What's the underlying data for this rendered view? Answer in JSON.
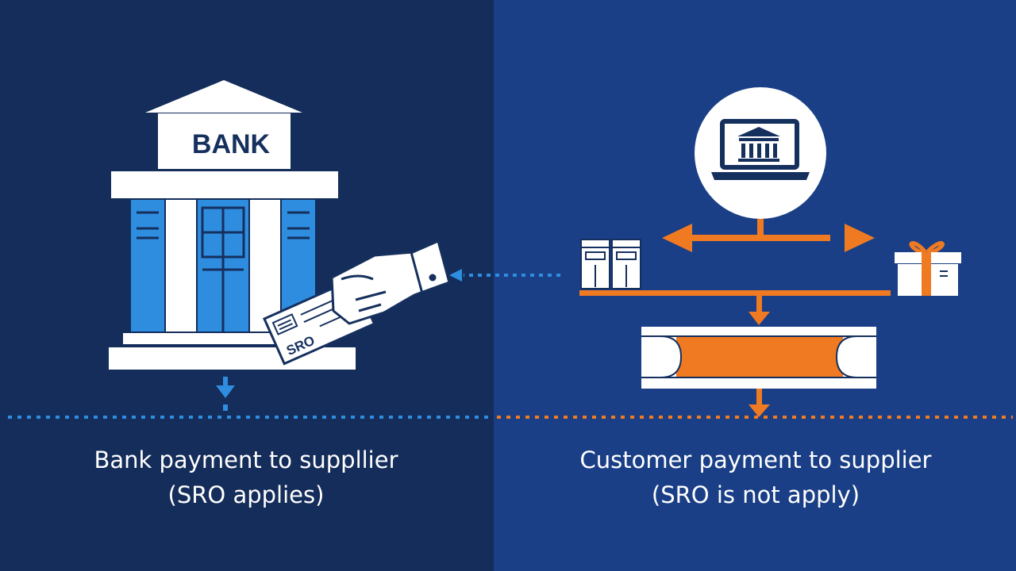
{
  "bank_sign": "BANK",
  "cheque_text": "SRO",
  "left_caption": {
    "line1": "Bank payment to suppllier",
    "line2": "(SRO applies)"
  },
  "right_caption": {
    "line1": "Customer payment to supplier",
    "line2": "(SRO is not apply)"
  },
  "colors": {
    "left_panel": "#142d5a",
    "right_panel": "#1a3f86",
    "accent_blue": "#2f8de0",
    "accent_orange": "#f07a22",
    "white": "#ffffff"
  },
  "icons": [
    "bank-building-icon",
    "hand-with-cheque-icon",
    "online-banking-laptop-icon",
    "product-boxes-icon",
    "gift-box-icon",
    "transfer-bar-icon"
  ]
}
